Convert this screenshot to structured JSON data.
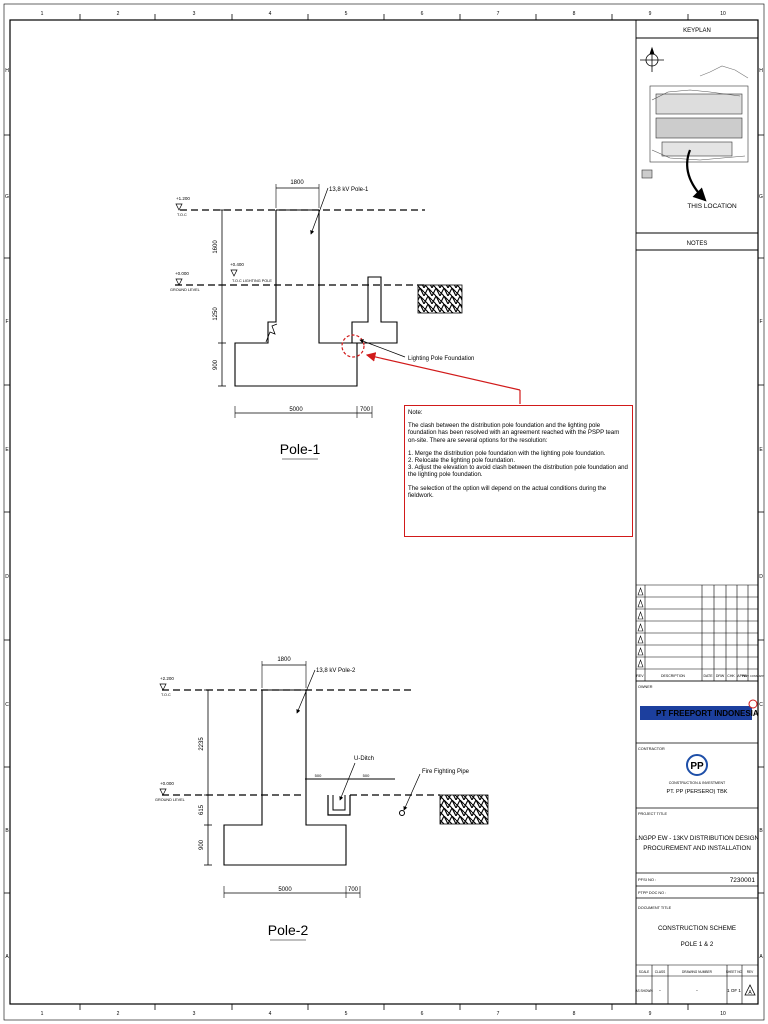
{
  "grid": {
    "columns": [
      "1",
      "2",
      "3",
      "4",
      "5",
      "6",
      "7",
      "8",
      "9",
      "10"
    ],
    "rows": [
      "H",
      "G",
      "F",
      "E",
      "D",
      "C",
      "B",
      "A"
    ]
  },
  "pole1": {
    "title": "Pole-1",
    "callout": "13,8 kV Pole-1",
    "foundation_label": "Lighting Pole Foundation",
    "top_width": "1800",
    "base_width": "5000",
    "offset": "700",
    "dim_upper": "1600",
    "dim_middle": "1250",
    "dim_lower": "900",
    "level_top": "+1.200",
    "level_top_sub": "T.O.C",
    "level_ground": "+0.000",
    "level_ground_sub": "GROUND LEVEL",
    "level_lighting": "+0.400",
    "level_lighting_sub": "T.O.C LIGHTING POLE"
  },
  "pole2": {
    "title": "Pole-2",
    "callout": "13,8 kV Pole-2",
    "ditch_label": "U-Ditch",
    "pipe_label": "Fire Fighting Pipe",
    "top_width": "1800",
    "base_width": "5000",
    "offset": "700",
    "dim_upper": "2235",
    "dim_middle": "615",
    "dim_lower": "900",
    "ditch_dim_left": "500",
    "ditch_dim_right": "500",
    "level_top": "+2.200",
    "level_top_sub": "T.O.C",
    "level_ground": "+0.000",
    "level_ground_sub": "GROUND LEVEL"
  },
  "note": {
    "heading": "Note:",
    "intro": "The clash between the distribution pole foundation and the lighting pole foundation has been resolved with an agreement reached with the PSPP team on-site. There are several options for the resolution:",
    "items": [
      "1. Merge the distribution pole foundation with the lighting pole foundation.",
      "2. Relocate the lighting pole foundation.",
      "3. Adjust the elevation to avoid clash between the distribution pole foundation and the lighting pole foundation."
    ],
    "closing": "The selection of the option will depend on the actual conditions during the fieldwork."
  },
  "keyplan": {
    "heading": "KEYPLAN",
    "location_label": "THIS LOCATION"
  },
  "notes_panel": {
    "heading": "NOTES"
  },
  "revision_table": {
    "headers": [
      "REV",
      "DESCRIPTION",
      "DATE",
      "DRW",
      "CHK",
      "APPR",
      "PERT. CONS. APP"
    ]
  },
  "title_block": {
    "owner_label": "OWNER",
    "owner_name": "PT FREEPORT INDONESIA",
    "contractor_label": "CONTRACTOR",
    "contractor_tagline": "CONSTRUCTION & INVESTMENT",
    "contractor_name": "PT. PP (PERSERO) TBK",
    "project_label": "PROJECT TITLE",
    "project_title_1": "LNGPP EW - 13KV DISTRIBUTION DESIGN",
    "project_title_2": "PROCUREMENT AND INSTALLATION",
    "pfi_label": "PFSI NO :",
    "pfi_no": "7230001",
    "ptp_label": "PTPP DOC NO :",
    "doc_title_label": "DOCUMENT TITLE",
    "doc_title_1": "CONSTRUCTION SCHEME",
    "doc_title_2": "POLE 1 & 2",
    "footer_headers": [
      "SCALE",
      "CLASS",
      "DRAWING NUMBER",
      "SHEET NO",
      "REV"
    ],
    "footer_values": [
      "AS SHOWN",
      "-",
      "-",
      "1 OF 1",
      "A"
    ]
  },
  "colors": {
    "line": "#000000",
    "accent_red": "#d11a1a",
    "pp_blue": "#1e4fa8",
    "freeport_blue": "#1c3f9e"
  }
}
